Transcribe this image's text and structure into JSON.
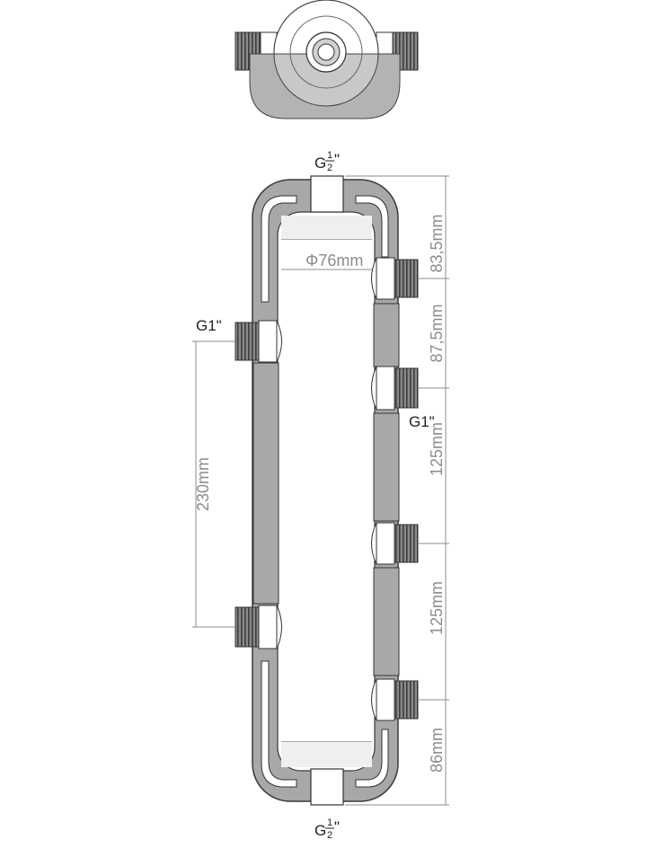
{
  "labels": {
    "top_port": {
      "base": "G",
      "num": "1",
      "den": "2",
      "unit": "\""
    },
    "bottom_port": {
      "base": "G",
      "num": "1",
      "den": "2",
      "unit": "\""
    },
    "left_port": "G1\"",
    "right_port": "G1\"",
    "diameter": "Φ76mm"
  },
  "dimensions": {
    "right_top": "83,5mm",
    "right_second": "87,5mm",
    "right_third": "125mm",
    "right_fourth": "125mm",
    "right_bottom": "86mm",
    "left_span": "230mm"
  },
  "colors": {
    "steel": "#a5a5a5",
    "steel_light": "#d8d8d8",
    "outline": "#3a3a3a",
    "thread": "#6d6d6d",
    "dimension": "#8c8c8c"
  }
}
